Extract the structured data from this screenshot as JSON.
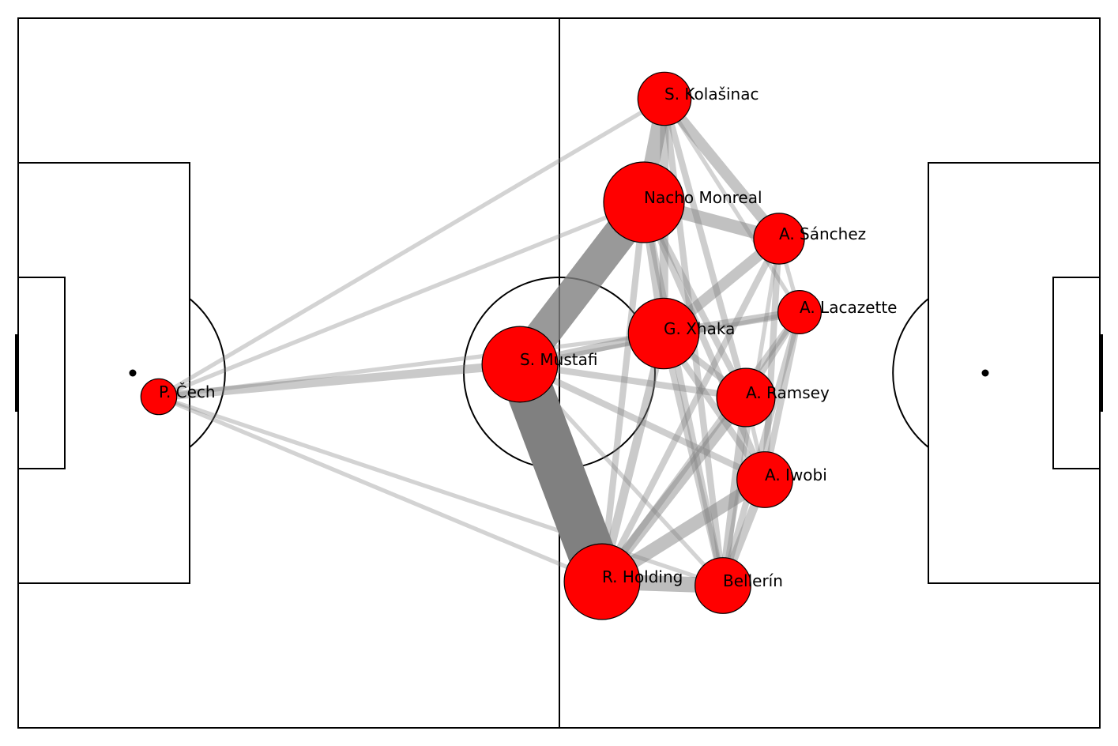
{
  "colors": {
    "pitch_background": "#ffffff",
    "pitch_lines": "#000000",
    "player_node": "#ff0000",
    "player_node_outline": "#000000",
    "pass_edge": "#808080"
  },
  "players": [
    {
      "id": "cech",
      "name": "P. Čech",
      "passes": 6
    },
    {
      "id": "mustafi",
      "name": "S. Mustafi",
      "passes": 38
    },
    {
      "id": "kolasinac",
      "name": "S. Kolašinac",
      "passes": 20
    },
    {
      "id": "monreal",
      "name": "Nacho Monreal",
      "passes": 42
    },
    {
      "id": "sanchez",
      "name": "A. Sánchez",
      "passes": 18
    },
    {
      "id": "lacazette",
      "name": "A. Lacazette",
      "passes": 12
    },
    {
      "id": "xhaka",
      "name": "G. Xhaka",
      "passes": 34
    },
    {
      "id": "ramsey",
      "name": "A. Ramsey",
      "passes": 24
    },
    {
      "id": "iwobi",
      "name": "A. Iwobi",
      "passes": 22
    },
    {
      "id": "holding",
      "name": "R. Holding",
      "passes": 38
    },
    {
      "id": "bellerin",
      "name": "Bellerín",
      "passes": 22
    }
  ],
  "pass_links": [
    {
      "from": "mustafi",
      "to": "holding",
      "count": 20
    },
    {
      "from": "mustafi",
      "to": "monreal",
      "count": 14
    },
    {
      "from": "monreal",
      "to": "kolasinac",
      "count": 6
    },
    {
      "from": "holding",
      "to": "bellerin",
      "count": 6
    },
    {
      "from": "monreal",
      "to": "sanchez",
      "count": 5
    },
    {
      "from": "holding",
      "to": "iwobi",
      "count": 5
    },
    {
      "from": "xhaka",
      "to": "sanchez",
      "count": 4
    },
    {
      "from": "kolasinac",
      "to": "sanchez",
      "count": 4
    },
    {
      "from": "holding",
      "to": "ramsey",
      "count": 4
    },
    {
      "from": "mustafi",
      "to": "xhaka",
      "count": 3
    },
    {
      "from": "monreal",
      "to": "xhaka",
      "count": 3
    },
    {
      "from": "holding",
      "to": "xhaka",
      "count": 3
    },
    {
      "from": "xhaka",
      "to": "lacazette",
      "count": 3
    },
    {
      "from": "bellerin",
      "to": "ramsey",
      "count": 3
    },
    {
      "from": "bellerin",
      "to": "iwobi",
      "count": 3
    },
    {
      "from": "mustafi",
      "to": "cech",
      "count": 3
    },
    {
      "from": "kolasinac",
      "to": "xhaka",
      "count": 3
    },
    {
      "from": "monreal",
      "to": "holding",
      "count": 2
    },
    {
      "from": "holding",
      "to": "sanchez",
      "count": 2
    },
    {
      "from": "xhaka",
      "to": "ramsey",
      "count": 2
    },
    {
      "from": "xhaka",
      "to": "bellerin",
      "count": 2
    },
    {
      "from": "ramsey",
      "to": "lacazette",
      "count": 2
    },
    {
      "from": "iwobi",
      "to": "sanchez",
      "count": 2
    },
    {
      "from": "iwobi",
      "to": "lacazette",
      "count": 2
    },
    {
      "from": "bellerin",
      "to": "lacazette",
      "count": 2
    },
    {
      "from": "kolasinac",
      "to": "ramsey",
      "count": 2
    },
    {
      "from": "kolasinac",
      "to": "bellerin",
      "count": 2
    },
    {
      "from": "mustafi",
      "to": "ramsey",
      "count": 2
    },
    {
      "from": "mustafi",
      "to": "iwobi",
      "count": 2
    },
    {
      "from": "holding",
      "to": "lacazette",
      "count": 2
    },
    {
      "from": "monreal",
      "to": "bellerin",
      "count": 2
    },
    {
      "from": "monreal",
      "to": "iwobi",
      "count": 2
    },
    {
      "from": "monreal",
      "to": "ramsey",
      "count": 2
    },
    {
      "from": "xhaka",
      "to": "iwobi",
      "count": 2
    },
    {
      "from": "cech",
      "to": "monreal",
      "count": 1
    },
    {
      "from": "cech",
      "to": "kolasinac",
      "count": 1
    },
    {
      "from": "cech",
      "to": "holding",
      "count": 1
    },
    {
      "from": "cech",
      "to": "xhaka",
      "count": 1
    },
    {
      "from": "cech",
      "to": "bellerin",
      "count": 1
    },
    {
      "from": "mustafi",
      "to": "bellerin",
      "count": 1
    },
    {
      "from": "mustafi",
      "to": "lacazette",
      "count": 1
    },
    {
      "from": "sanchez",
      "to": "bellerin",
      "count": 1
    },
    {
      "from": "sanchez",
      "to": "lacazette",
      "count": 1
    },
    {
      "from": "kolasinac",
      "to": "lacazette",
      "count": 1
    },
    {
      "from": "ramsey",
      "to": "iwobi",
      "count": 1
    }
  ]
}
